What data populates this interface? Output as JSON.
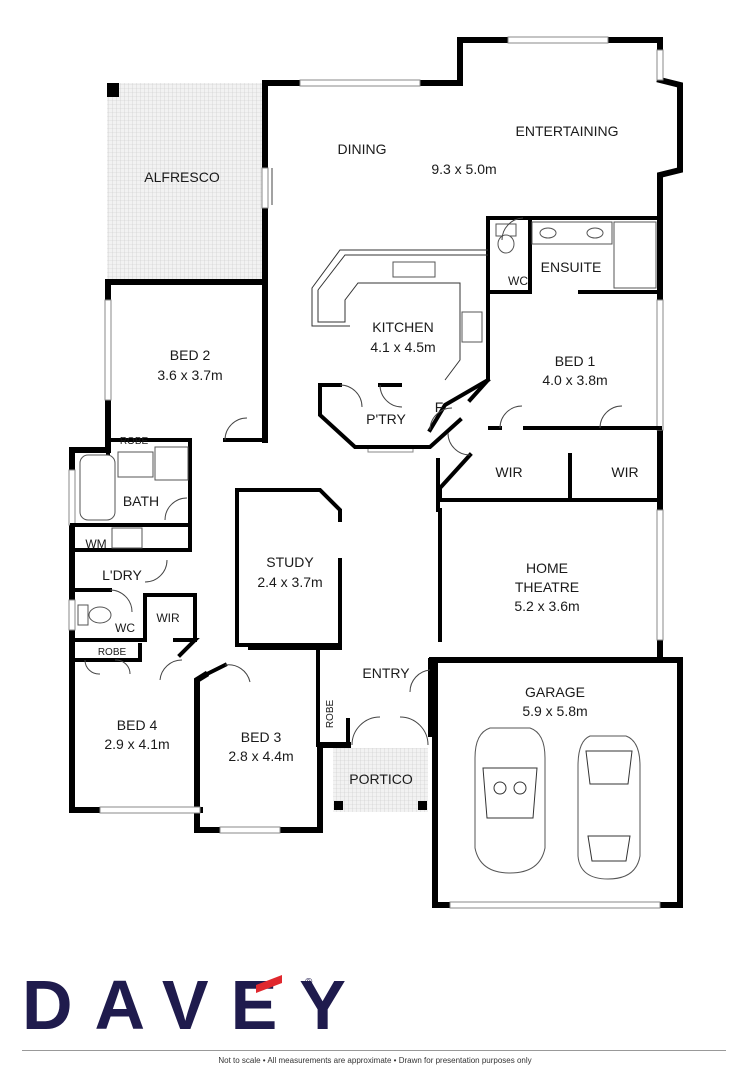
{
  "rooms": {
    "alfresco": {
      "name": "ALFRESCO"
    },
    "dining": {
      "name": "DINING"
    },
    "entertaining": {
      "name": "ENTERTAINING",
      "size": "9.3 x 5.0m"
    },
    "kitchen": {
      "name": "KITCHEN",
      "size": "4.1 x 4.5m"
    },
    "ensuite": {
      "name": "ENSUITE"
    },
    "ensuite_wc": {
      "name": "WC"
    },
    "bed2": {
      "name": "BED 2",
      "size": "3.6 x 3.7m"
    },
    "bed1": {
      "name": "BED 1",
      "size": "4.0 x 3.8m"
    },
    "pantry": {
      "name": "P'TRY"
    },
    "fridge": {
      "name": "F"
    },
    "robe_bed2": {
      "name": "ROBE"
    },
    "bath": {
      "name": "BATH"
    },
    "wir_bed1_left": {
      "name": "WIR"
    },
    "wir_bed1_right": {
      "name": "WIR"
    },
    "wm": {
      "name": "WM"
    },
    "laundry": {
      "name": "L'DRY"
    },
    "study": {
      "name": "STUDY",
      "size": "2.4 x 3.7m"
    },
    "home_theatre": {
      "name": "HOME\nTHEATRE",
      "name_line1": "HOME",
      "name_line2": "THEATRE",
      "size": "5.2 x 3.6m"
    },
    "wc": {
      "name": "WC"
    },
    "wir_bed4": {
      "name": "WIR"
    },
    "robe_bed4": {
      "name": "ROBE"
    },
    "entry": {
      "name": "ENTRY"
    },
    "garage": {
      "name": "GARAGE",
      "size": "5.9 x 5.8m"
    },
    "robe_bed3": {
      "name": "ROBE"
    },
    "bed4": {
      "name": "BED 4",
      "size": "2.9 x 4.1m"
    },
    "bed3": {
      "name": "BED 3",
      "size": "2.8 x 4.4m"
    },
    "portico": {
      "name": "PORTICO"
    }
  },
  "brand": {
    "name": "DAVEY",
    "registered": "®",
    "color": "#1f1b4d",
    "accent": "#e0282e"
  },
  "footer": {
    "text": "Not to scale  •  All measurements are approximate  •  Drawn for presentation purposes only"
  }
}
